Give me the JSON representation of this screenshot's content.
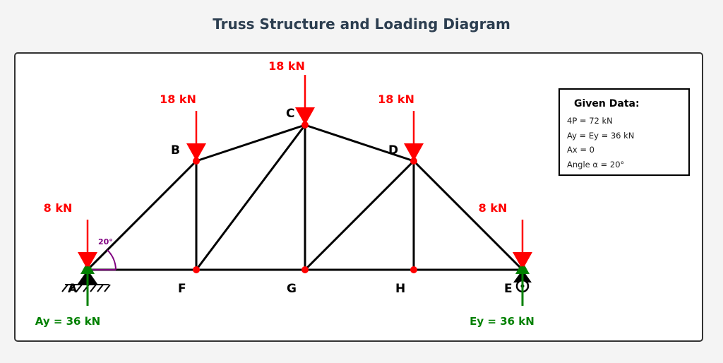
{
  "title": "Truss Structure and Loading Diagram",
  "nodes": {
    "A": "A",
    "B": "B",
    "C": "C",
    "D": "D",
    "E": "E",
    "F": "F",
    "G": "G",
    "H": "H"
  },
  "loads": {
    "A": "8 kN",
    "B": "18 kN",
    "C": "18 kN",
    "D": "18 kN",
    "E": "8 kN"
  },
  "reactions": {
    "Ay": "Ay = 36 kN",
    "Ey": "Ey = 36 kN"
  },
  "angle_label": "20°",
  "given": {
    "title": "Given Data:",
    "lines": [
      "4P = 72 kN",
      "Ay = Ey = 36 kN",
      "Ax = 0",
      "Angle α = 20°"
    ]
  },
  "colors": {
    "load": "#ff0000",
    "reaction": "#008000",
    "member": "#000000",
    "joint": "#ff0000",
    "angle": "#800080",
    "title": "#2c3e50"
  }
}
